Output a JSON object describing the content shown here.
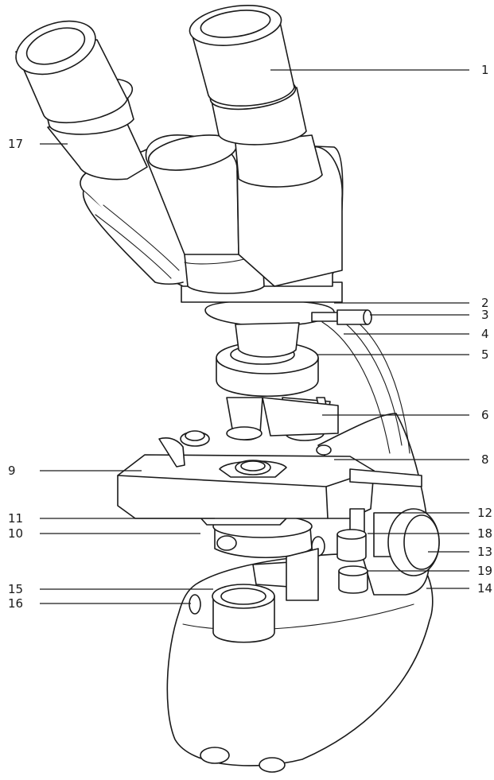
{
  "labels": [
    {
      "id": "1",
      "text": "1"
    },
    {
      "id": "2",
      "text": "2"
    },
    {
      "id": "3",
      "text": "3"
    },
    {
      "id": "4",
      "text": "4"
    },
    {
      "id": "5",
      "text": "5"
    },
    {
      "id": "6",
      "text": "6"
    },
    {
      "id": "8",
      "text": "8"
    },
    {
      "id": "9",
      "text": "9"
    },
    {
      "id": "10",
      "text": "10"
    },
    {
      "id": "11",
      "text": "11"
    },
    {
      "id": "12",
      "text": "12"
    },
    {
      "id": "13",
      "text": "13"
    },
    {
      "id": "14",
      "text": "14"
    },
    {
      "id": "15",
      "text": "15"
    },
    {
      "id": "16",
      "text": "16"
    },
    {
      "id": "17",
      "text": "17"
    },
    {
      "id": "18",
      "text": "18"
    },
    {
      "id": "19",
      "text": "19"
    }
  ]
}
